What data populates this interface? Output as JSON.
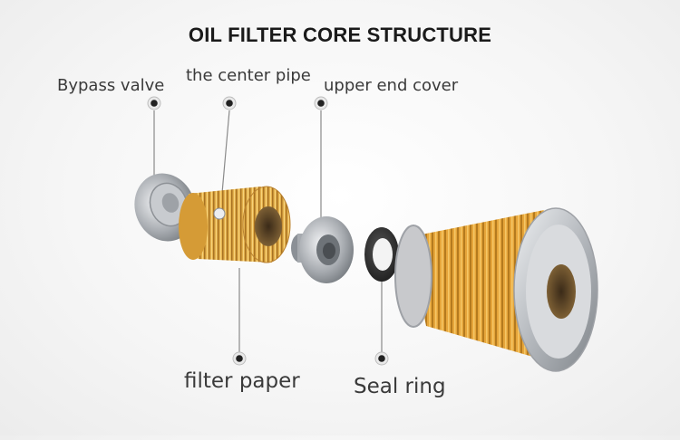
{
  "title": "OIL FILTER CORE STRUCTURE",
  "callouts": {
    "bypass_valve": "Bypass valve",
    "center_pipe": "the center pipe",
    "upper_end_cover": "upper end cover",
    "filter_paper": "filter paper",
    "seal_ring": "Seal ring"
  },
  "colors": {
    "filter_paper": "#e8a93a",
    "metal": "#b9bcc0",
    "seal_ring": "#2d2d2d",
    "background": "#f4f4f4",
    "leader_line": "#8a8a8a"
  }
}
